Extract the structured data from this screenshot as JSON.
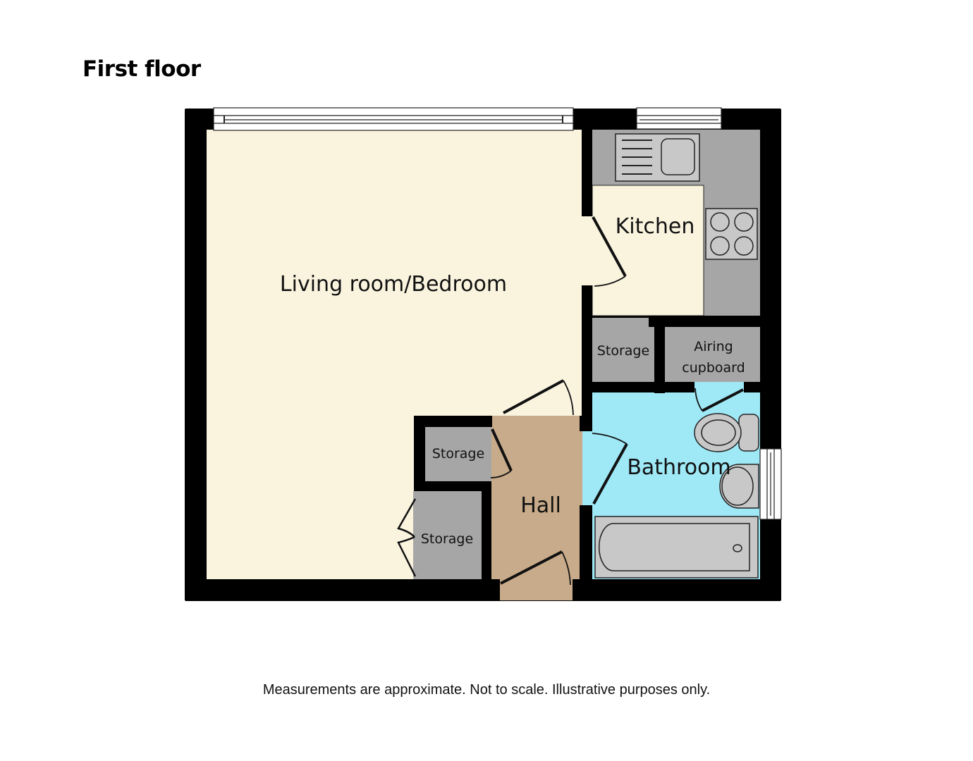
{
  "title": "First floor",
  "footer": "Measurements are approximate. Not to scale. Illustrative purposes only.",
  "colors": {
    "wall": "#000000",
    "living": "#faf4df",
    "kitchen_floor": "#faf4df",
    "worktop": "#a6a6a6",
    "storage": "#a6a6a6",
    "hall": "#c8ab8a",
    "bathroom": "#9fe8f6",
    "fixture": "#c8c8c8"
  },
  "rooms": [
    {
      "id": "living",
      "label": "Living room/Bedroom",
      "font_size": 31
    },
    {
      "id": "kitchen",
      "label": "Kitchen",
      "font_size": 31
    },
    {
      "id": "storage-kitchen",
      "label": "Storage",
      "font_size": 21
    },
    {
      "id": "airing",
      "label_line1": "Airing",
      "label_line2": "cupboard",
      "font_size": 21
    },
    {
      "id": "bathroom",
      "label": "Bathroom",
      "font_size": 31
    },
    {
      "id": "storage-hall-upper",
      "label": "Storage",
      "font_size": 21
    },
    {
      "id": "storage-hall-lower",
      "label": "Storage",
      "font_size": 21
    },
    {
      "id": "hall",
      "label": "Hall",
      "font_size": 31
    }
  ],
  "fixtures": [
    "sink",
    "hob",
    "toilet",
    "basin",
    "bath"
  ],
  "windows": [
    "living-window",
    "kitchen-window",
    "bathroom-window"
  ]
}
